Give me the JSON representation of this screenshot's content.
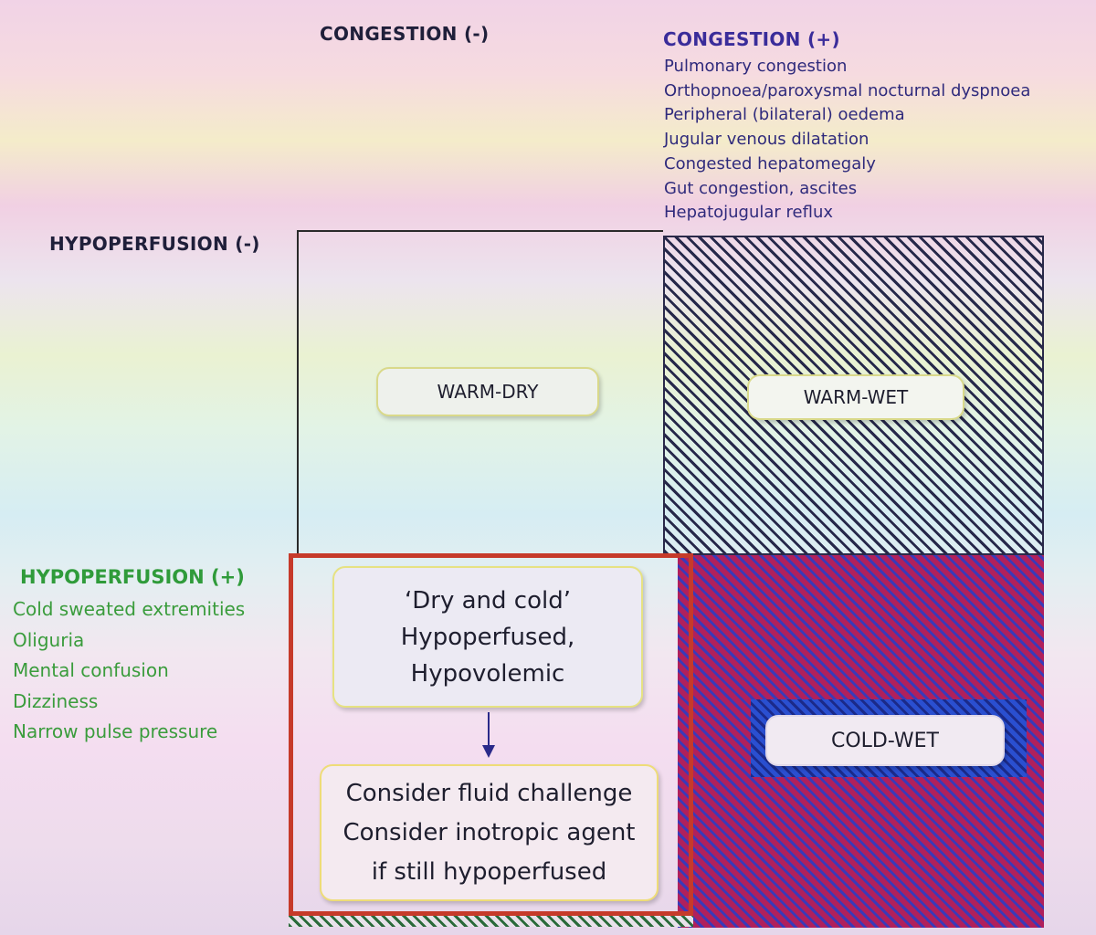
{
  "congestion_negative": "CONGESTION (-)",
  "congestion_positive": {
    "title": "CONGESTION (+)",
    "signs": [
      "Pulmonary congestion",
      "Orthopnoea/paroxysmal nocturnal dyspnoea",
      "Peripheral (bilateral) oedema",
      "Jugular venous dilatation",
      "Congested hepatomegaly",
      "Gut congestion, ascites",
      "Hepatojugular reflux"
    ]
  },
  "hypoperfusion_negative": "HYPOPERFUSION (-)",
  "hypoperfusion_positive": {
    "title": "HYPOPERFUSION (+)",
    "signs": [
      "Cold sweated extremities",
      "Oliguria",
      "Mental confusion",
      "Dizziness",
      "Narrow pulse pressure"
    ]
  },
  "quadrants": {
    "warm_dry": "WARM-DRY",
    "warm_wet": "WARM-WET",
    "cold_wet": "COLD-WET",
    "dry_cold": {
      "lines": [
        "‘Dry and cold’",
        "Hypoperfused,",
        "Hypovolemic"
      ]
    },
    "management": {
      "lines": [
        "Consider fluid challenge",
        "Consider inotropic agent",
        "if still hypoperfused"
      ]
    }
  },
  "colors": {
    "congestion_positive": "#3a2c9a",
    "hypoperfusion_positive": "#2f9b3a",
    "cold_dry_border": "#c63a2a",
    "cold_wet_fill": "#b0205c",
    "arrow": "#2a2a8a"
  }
}
